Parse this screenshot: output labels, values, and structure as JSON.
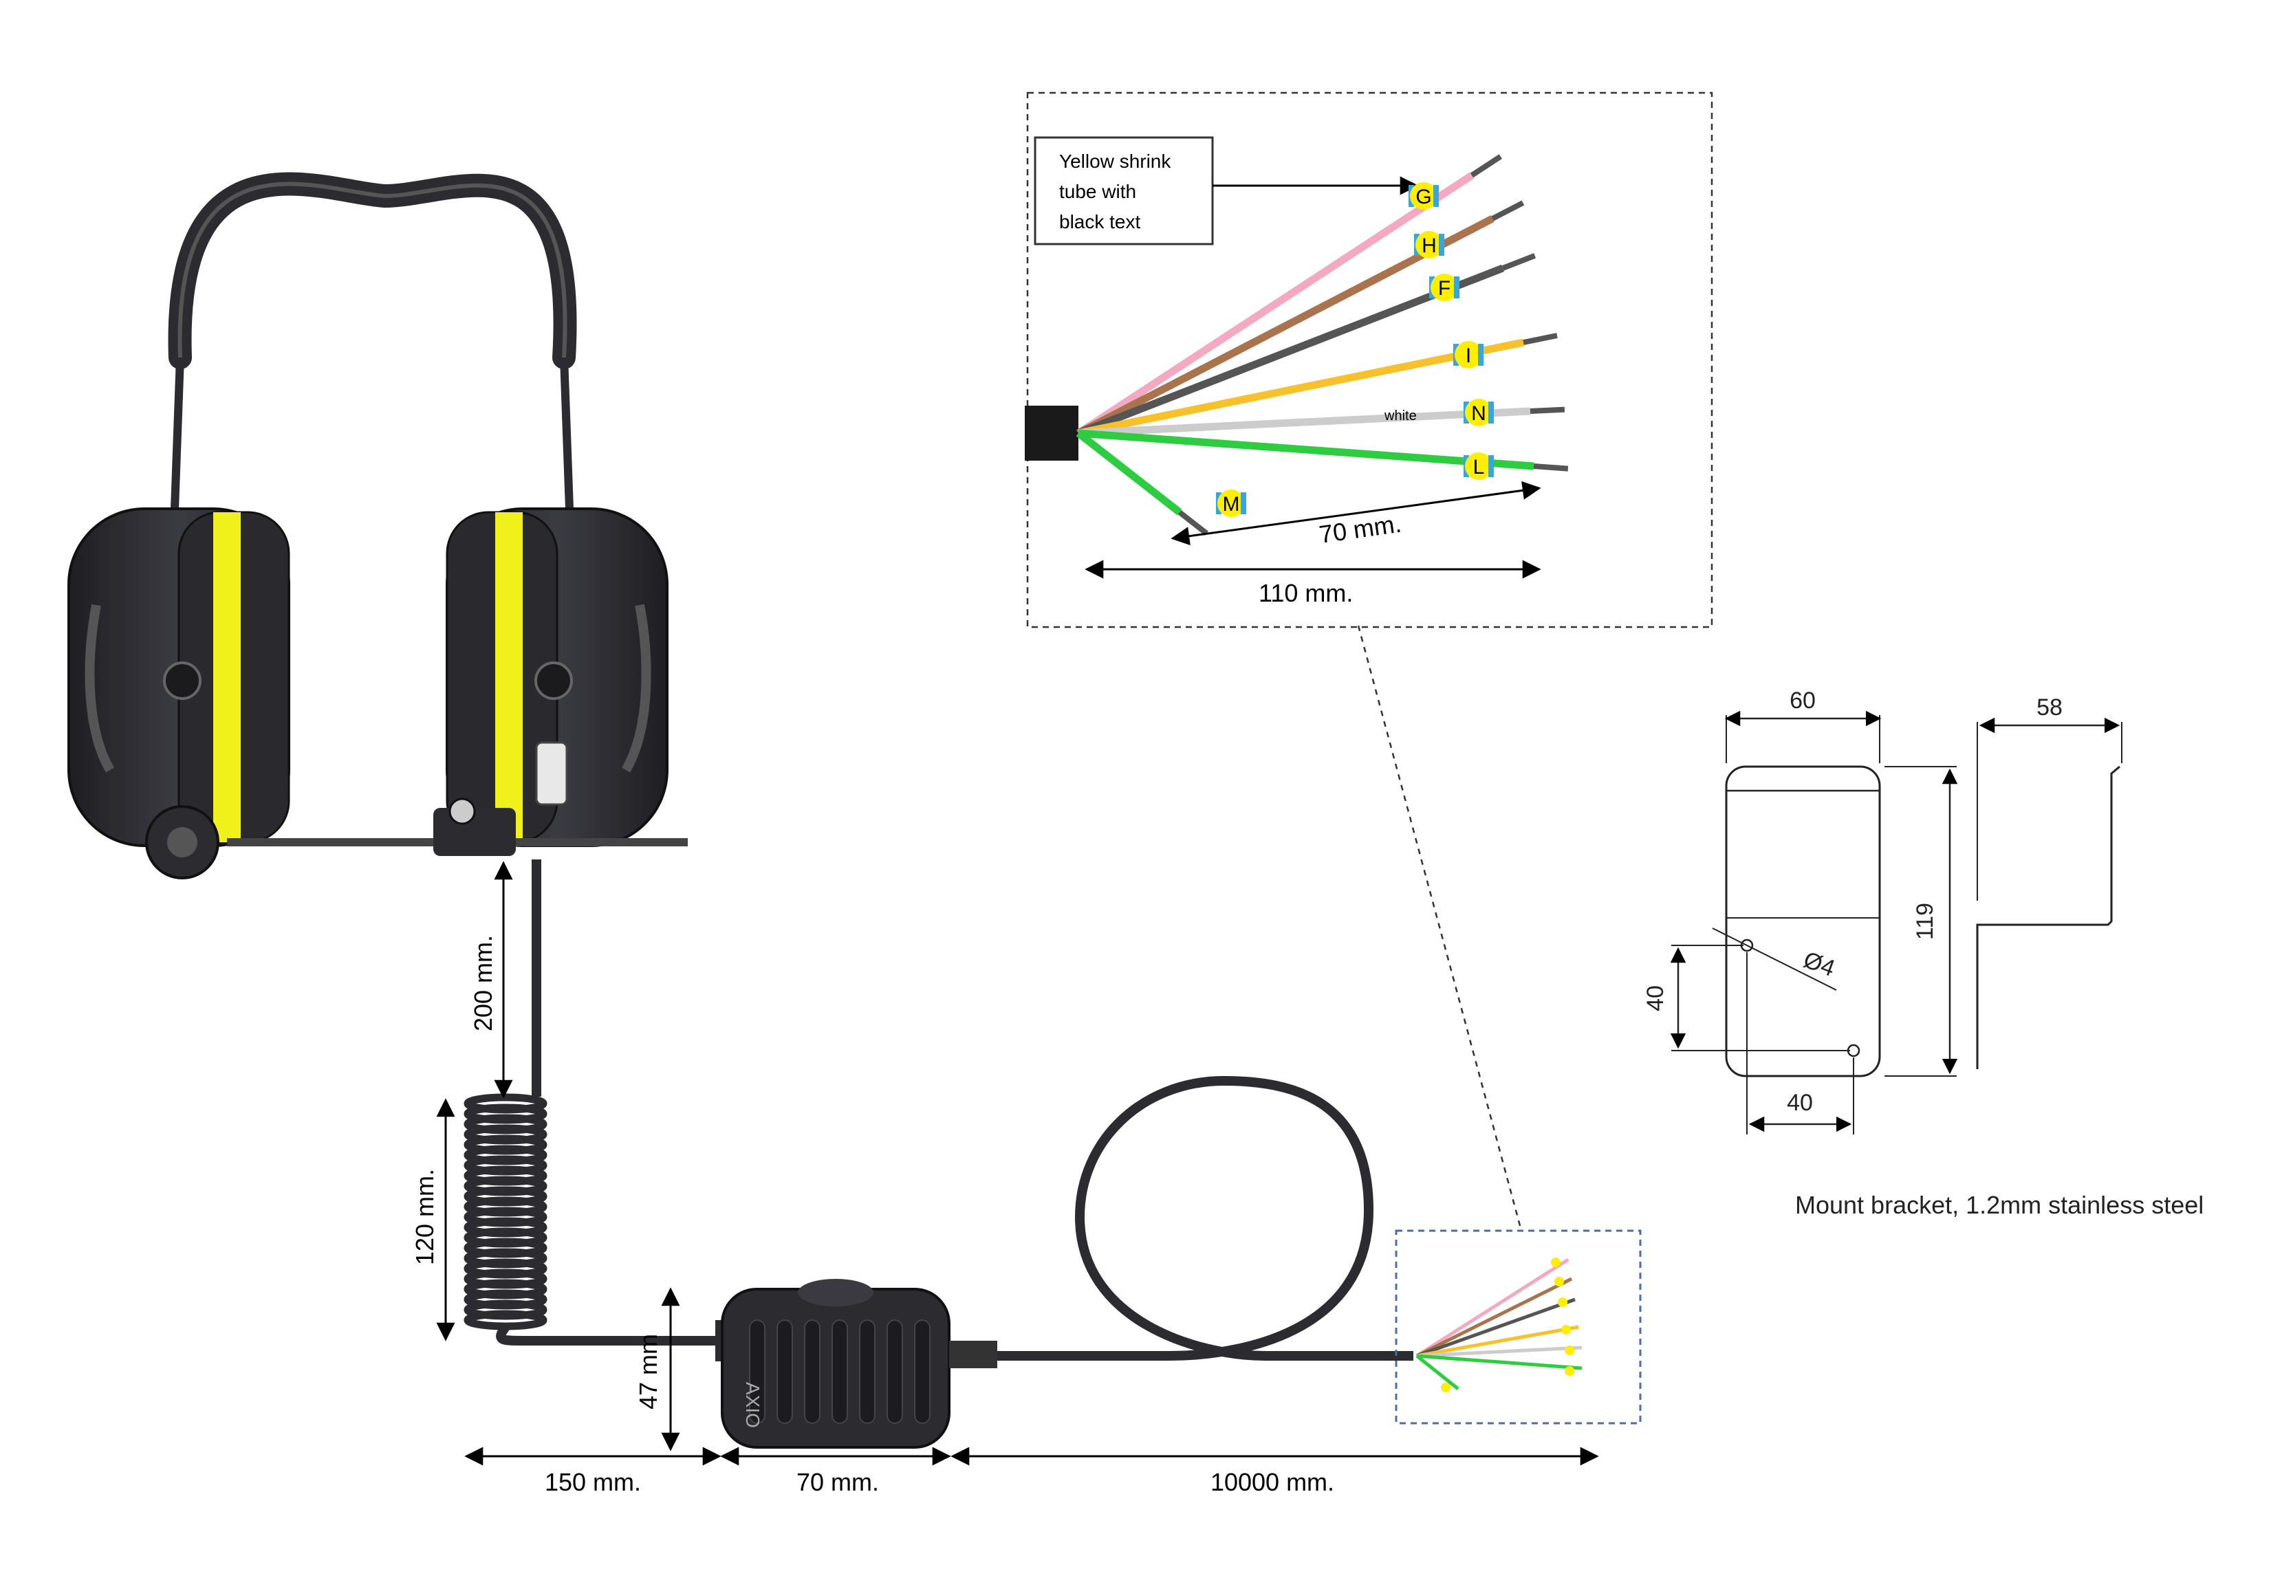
{
  "dimensions": {
    "headset_to_coil": "200 mm.",
    "coil_length": "120 mm.",
    "ptt_height": "47 mm",
    "cable_to_ptt": "150 mm.",
    "ptt_width": "70 mm.",
    "main_cable": "10000 mm.",
    "strip_short": "70 mm.",
    "strip_long": "110 mm."
  },
  "callout": {
    "line1": "Yellow shrink",
    "line2": "tube with",
    "line3": "black text"
  },
  "wire_white_label": "white",
  "wires": [
    {
      "letter": "G",
      "color": "#f4a9c3"
    },
    {
      "letter": "H",
      "color": "#a9734e"
    },
    {
      "letter": "F",
      "color": "#555555"
    },
    {
      "letter": "I",
      "color": "#f6c12b"
    },
    {
      "letter": "N",
      "color": "#cccccc"
    },
    {
      "letter": "L",
      "color": "#2ecc40"
    },
    {
      "letter": "M",
      "color": "#2ecc40"
    }
  ],
  "bracket": {
    "width_top": "60",
    "side_width": "58",
    "height": "119",
    "hole_height": "40",
    "hole_spacing": "40",
    "hole_dia": "Ø4",
    "caption": "Mount bracket, 1.2mm stainless steel"
  },
  "ptt_label": "AXIO",
  "colors": {
    "earcup_stripe": "#f0f01a",
    "shell": "#2b2b30",
    "tag_yellow": "#ffee00",
    "tag_blue": "#3aa6d8"
  }
}
